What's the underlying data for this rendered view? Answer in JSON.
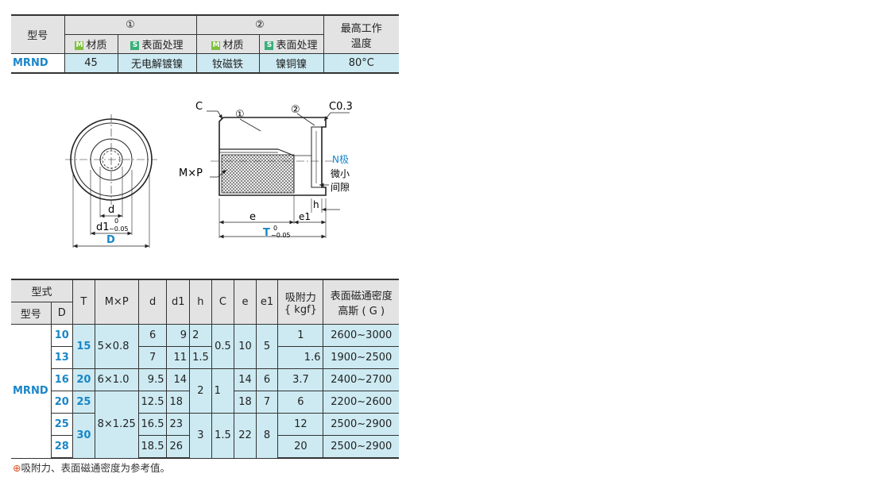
{
  "top_table": {
    "model_header": "型号",
    "group1": "①",
    "group2": "②",
    "max_temp_header_line1": "最高工作",
    "max_temp_header_line2": "温度",
    "material_label": "材质",
    "surface_label": "表面处理",
    "tag_m": "M",
    "tag_s": "S",
    "row": {
      "model": "MRND",
      "mat1": "45",
      "surf1": "无电解镀镍",
      "mat2": "钕磁铁",
      "surf2": "镍铜镍",
      "temp": "80°C"
    }
  },
  "drawing": {
    "front_labels": {
      "d": "d",
      "d1": "d1",
      "tol_top": "0",
      "tol_bot": "−0.05",
      "D": "D"
    },
    "side_labels": {
      "C": "C",
      "part1": "①",
      "part2": "②",
      "C03": "C0.3",
      "MxP": "M×P",
      "N_pole": "N极",
      "gap1": "微小",
      "gap2": "间隙",
      "h": "h",
      "e": "e",
      "e1": "e1",
      "T": "T",
      "T_tol_top": "0",
      "T_tol_bot": "−0.05"
    },
    "accent_color": "#1a86c8"
  },
  "spec_table": {
    "headers": {
      "type": "型式",
      "model": "型号",
      "D": "D",
      "T": "T",
      "MxP": "M×P",
      "d": "d",
      "d1": "d1",
      "h": "h",
      "C": "C",
      "e": "e",
      "e1": "e1",
      "force1": "吸附力",
      "force2": "{ kgf}",
      "density1": "表面磁通密度",
      "density2": "高斯 ( G )"
    },
    "model": "MRND",
    "D": [
      "10",
      "13",
      "16",
      "20",
      "25",
      "28"
    ],
    "T": [
      "15",
      "20",
      "25",
      "30"
    ],
    "MxP": [
      "5×0.8",
      "6×1.0",
      "8×1.25"
    ],
    "d": [
      "6",
      "7",
      "9.5",
      "12.5",
      "16.5",
      "18.5"
    ],
    "d1": [
      "9",
      "11",
      "14",
      "18",
      "23",
      "26"
    ],
    "h": [
      "2",
      "1.5",
      "2",
      "3"
    ],
    "C": [
      "0.5",
      "1",
      "1.5"
    ],
    "e": [
      "10",
      "14",
      "18",
      "22"
    ],
    "e1": [
      "5",
      "6",
      "7",
      "8"
    ],
    "force": [
      "1",
      "1.6",
      "3.7",
      "6",
      "12",
      "20"
    ],
    "density": [
      "2600~3000",
      "1900~2500",
      "2400~2700",
      "2200~2600",
      "2500~2900",
      "2500~2900"
    ]
  },
  "note": {
    "mark": "⊕",
    "text": "吸附力、表面磁通密度为参考值。"
  }
}
